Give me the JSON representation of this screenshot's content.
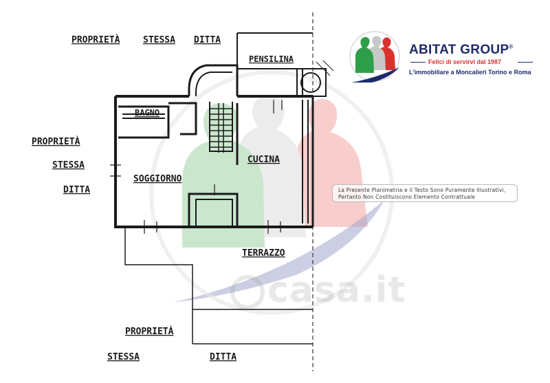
{
  "brand": {
    "name": "ABITAT GROUP",
    "registered": "®",
    "tagline": "Felici di servirvi dal 1987",
    "subtagline": "L'immobiliare a Moncalieri Torino e Roma",
    "colors": {
      "navy": "#1f2a6b",
      "red": "#d8322e",
      "green": "#2e9e4a",
      "grey": "#c8c8c8"
    }
  },
  "watermark": {
    "text": "casa.it",
    "icon": "house-icon"
  },
  "disclaimer": {
    "line1": "La Presente Planimetria e il Testo Sono Puramente Illustrativi,",
    "line2": "Pertanto Non Costituiscono Elemento Contrattuale"
  },
  "labels": {
    "top_proprieta": "PROPRIETÀ",
    "top_stessa": "STESSA",
    "top_ditta": "DITTA",
    "left_proprieta": "PROPRIETÀ",
    "left_stessa": "STESSA",
    "left_ditta": "DITTA",
    "bottom_proprieta": "PROPRIETÀ",
    "bottom_stessa": "STESSA",
    "bottom_ditta": "DITTA",
    "pensilina": "PENSILINA",
    "bagno": "BAGNO",
    "cucina": "CUCINA",
    "soggiorno": "SOGGIORNO",
    "terrazzo": "TERRAZZO"
  }
}
